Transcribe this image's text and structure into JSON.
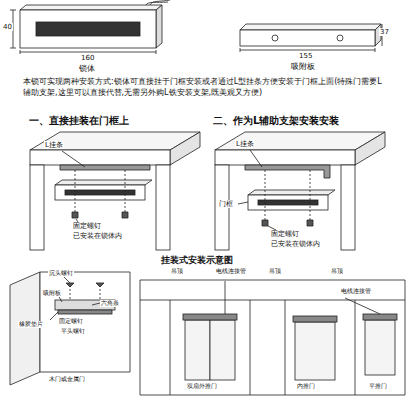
{
  "diagram": {
    "labels": [
      "40",
      "160",
      "锁体",
      "37",
      "155",
      "吸附板",
      "本锁可实现两种安装方式:锁体可直接挂于门框安装或者通过L型挂条方便安装于门框上面(特殊门需要L辅助支架,这里可以直接代替,无需另外购L铁安装支架,既美观又方便)",
      "一、直接挂装在门框上",
      "二、作为L辅助支架安装安装",
      "L挂条",
      "固定螺钉",
      "已安装在锁体内",
      "L挂条",
      "门框",
      "固定螺钉",
      "已安装在锁体内",
      "挂装式安装示意图",
      "沉头螺钉",
      "吸附板",
      "橡胶垫片",
      "固定螺钉",
      "六角条",
      "平头螺钉",
      "木门或金属门",
      "吊顶",
      "电线连接管",
      "吊顶",
      "吊顶",
      "双扇外推门",
      "内推门",
      "电线连接管",
      "平推门"
    ]
  }
}
